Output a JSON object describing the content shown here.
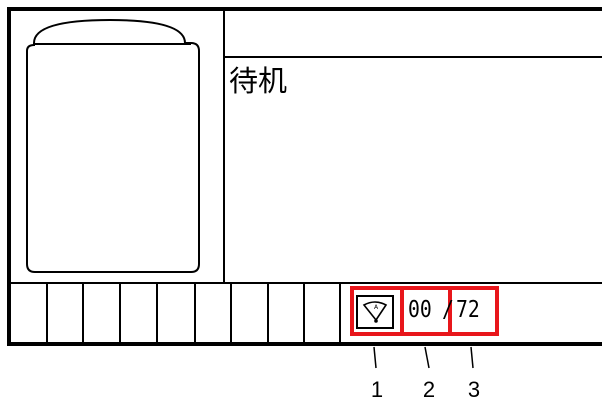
{
  "screen": {
    "status_text": "待机"
  },
  "status_bar": {
    "mode_icon": "toner-gauge-icon",
    "mode_icon_letter": "A",
    "left_value": "00",
    "separator": "/",
    "right_value": "72",
    "empty_cell_count": 9
  },
  "callouts": [
    {
      "label": "1"
    },
    {
      "label": "2"
    },
    {
      "label": "3"
    }
  ],
  "colors": {
    "highlight": "#e8161b",
    "line": "#000000",
    "background": "#ffffff"
  }
}
